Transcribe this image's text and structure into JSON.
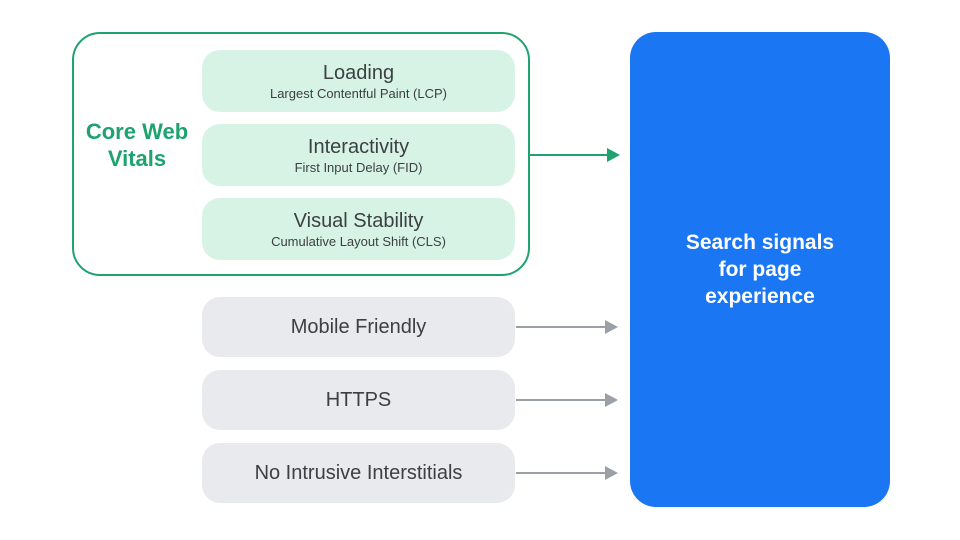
{
  "colors": {
    "green": "#1EA26F",
    "mint": "#D7F3E6",
    "blue": "#1A76F2",
    "gray_fill": "#E8EAED",
    "dark_text": "#3C4043",
    "arrow_gray": "#9AA0A6",
    "background": "#FFFFFF",
    "result_text": "#FFFFFF"
  },
  "core_web_vitals": {
    "label": "Core Web Vitals",
    "items": [
      {
        "title": "Loading",
        "subtitle": "Largest Contentful Paint (LCP)"
      },
      {
        "title": "Interactivity",
        "subtitle": "First Input Delay (FID)"
      },
      {
        "title": "Visual Stability",
        "subtitle": "Cumulative Layout Shift (CLS)"
      }
    ]
  },
  "other_signals": [
    {
      "label": "Mobile Friendly"
    },
    {
      "label": "HTTPS"
    },
    {
      "label": "No Intrusive Interstitials"
    }
  ],
  "result": {
    "label": "Search signals for page experience"
  }
}
